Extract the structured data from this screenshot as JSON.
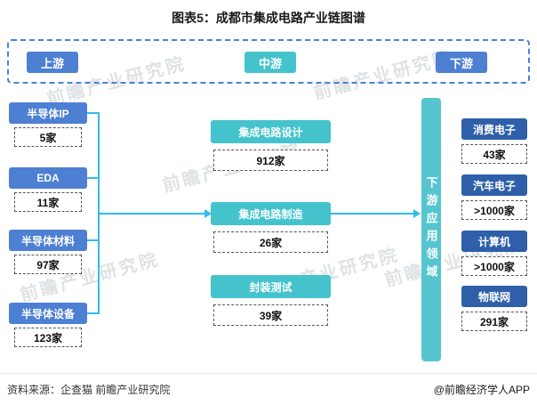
{
  "title": "图表5：成都市集成电路产业链图谱",
  "stages": [
    "上游",
    "中游",
    "下游"
  ],
  "upstream": [
    {
      "label": "半导体IP",
      "count": "5家"
    },
    {
      "label": "EDA",
      "count": "11家"
    },
    {
      "label": "半导体材料",
      "count": "97家"
    },
    {
      "label": "半导体设备",
      "count": "123家"
    }
  ],
  "midstream": [
    {
      "label": "集成电路设计",
      "count": "912家"
    },
    {
      "label": "集成电路制造",
      "count": "26家"
    },
    {
      "label": "封装测试",
      "count": "39家"
    }
  ],
  "downstream_bar_label": "下游应用领域",
  "downstream": [
    {
      "label": "消费电子",
      "count": "43家"
    },
    {
      "label": "汽车电子",
      "count": ">1000家"
    },
    {
      "label": "计算机",
      "count": ">1000家"
    },
    {
      "label": "物联网",
      "count": "291家"
    }
  ],
  "watermark": "前瞻产业研究院",
  "footer": {
    "source": "资料来源：企查猫 前瞻产业研究院",
    "credit": "@前瞻经济学人APP"
  },
  "colors": {
    "blue": "#4d7fd3",
    "teal": "#44c3cd",
    "dark_blue": "#2e5fa8",
    "arrow": "#33b9f0"
  }
}
